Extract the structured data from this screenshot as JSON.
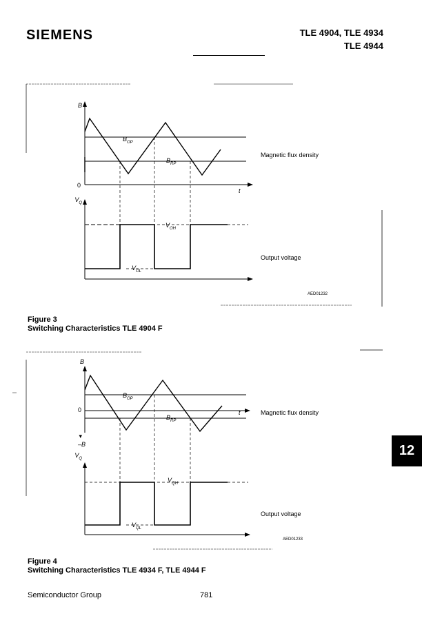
{
  "header": {
    "logo": "SIEMENS",
    "product_line1": "TLE 4904, TLE 4934",
    "product_line2": "TLE 4944"
  },
  "figure3": {
    "label": "Figure 3",
    "title": "Switching Characteristics TLE 4904 F",
    "axis_b": "B",
    "axis_vq": "V",
    "axis_vq_sub": "Q",
    "axis_t": "t",
    "origin": "0",
    "b_op": "B",
    "b_op_sub": "OP",
    "b_rp": "B",
    "b_rp_sub": "RP",
    "v_oh": "V",
    "v_oh_sub": "OH",
    "v_ol": "V",
    "v_ol_sub": "OL",
    "flux_label": "Magnetic flux density",
    "output_label": "Output voltage",
    "code": "AED01232"
  },
  "figure4": {
    "label": "Figure 4",
    "title": "Switching Characteristics TLE 4934 F, TLE 4944 F",
    "axis_b": "B",
    "axis_neg_b": "–B",
    "axis_vq": "V",
    "axis_vq_sub": "Q",
    "axis_t": "t",
    "origin": "0",
    "b_op": "B",
    "b_op_sub": "OP",
    "b_rp": "B",
    "b_rp_sub": "RP",
    "v_qh": "V",
    "v_qh_sub": "QH",
    "v_ql": "V",
    "v_ql_sub": "QL",
    "flux_label": "Magnetic flux density",
    "output_label": "Output voltage",
    "code": "AED01233"
  },
  "section_tab": "12",
  "footer": {
    "publisher": "Semiconductor Group",
    "page_number": "781"
  }
}
